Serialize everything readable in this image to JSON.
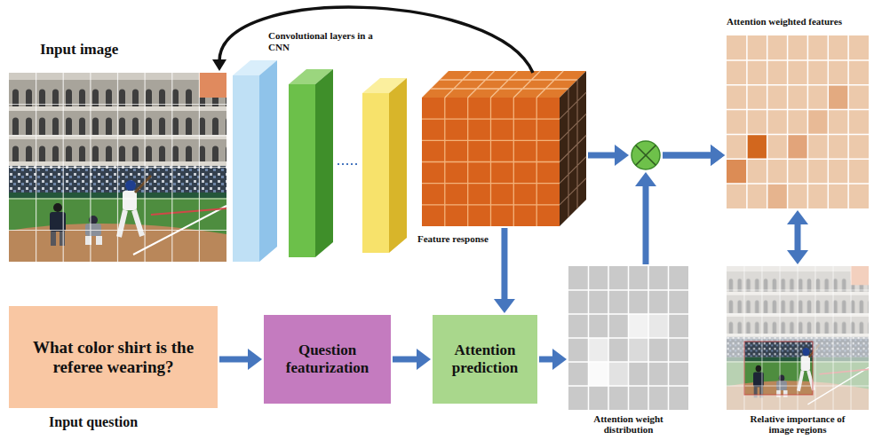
{
  "diagram": {
    "nodes": [
      {
        "text": [
          "Input image"
        ]
      },
      {
        "text": [
          "Convolutional layers in a CNN"
        ]
      },
      {
        "text": [
          "Feature response"
        ]
      },
      {
        "text": [
          "Attention weighted features"
        ]
      },
      {
        "text": [
          "What color shirt is the referee wearing?",
          "Input question"
        ]
      },
      {
        "text": [
          "Question featurization"
        ]
      },
      {
        "text": [
          "Attention prediction"
        ]
      },
      {
        "text": [
          "Attention weight distribution"
        ]
      },
      {
        "text": [
          "Relative importance of image regions"
        ]
      }
    ],
    "edges": [
      {
        "from": 2,
        "to": 0,
        "arrow": "to"
      },
      {
        "from": 2,
        "to": 3,
        "arrow": "to"
      },
      {
        "from": 7,
        "to": 3,
        "arrow": "to"
      },
      {
        "from": 2,
        "to": 6,
        "arrow": "to"
      },
      {
        "from": 4,
        "to": 5,
        "arrow": "to"
      },
      {
        "from": 5,
        "to": 6,
        "arrow": "to"
      },
      {
        "from": 6,
        "to": 7,
        "arrow": "to"
      },
      {
        "from": 3,
        "to": 8,
        "arrow": "both"
      }
    ]
  }
}
